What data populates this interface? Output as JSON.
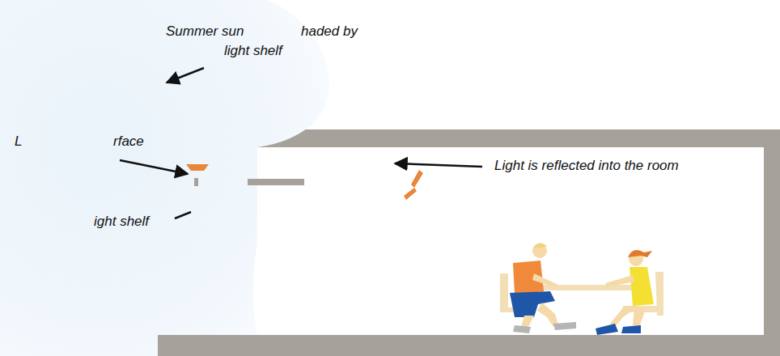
{
  "diagram": {
    "labels": [
      "Summer sun",
      "haded by",
      "light shelf",
      "L",
      "rface",
      "ight shelf",
      "Light is reflected into the room"
    ]
  }
}
